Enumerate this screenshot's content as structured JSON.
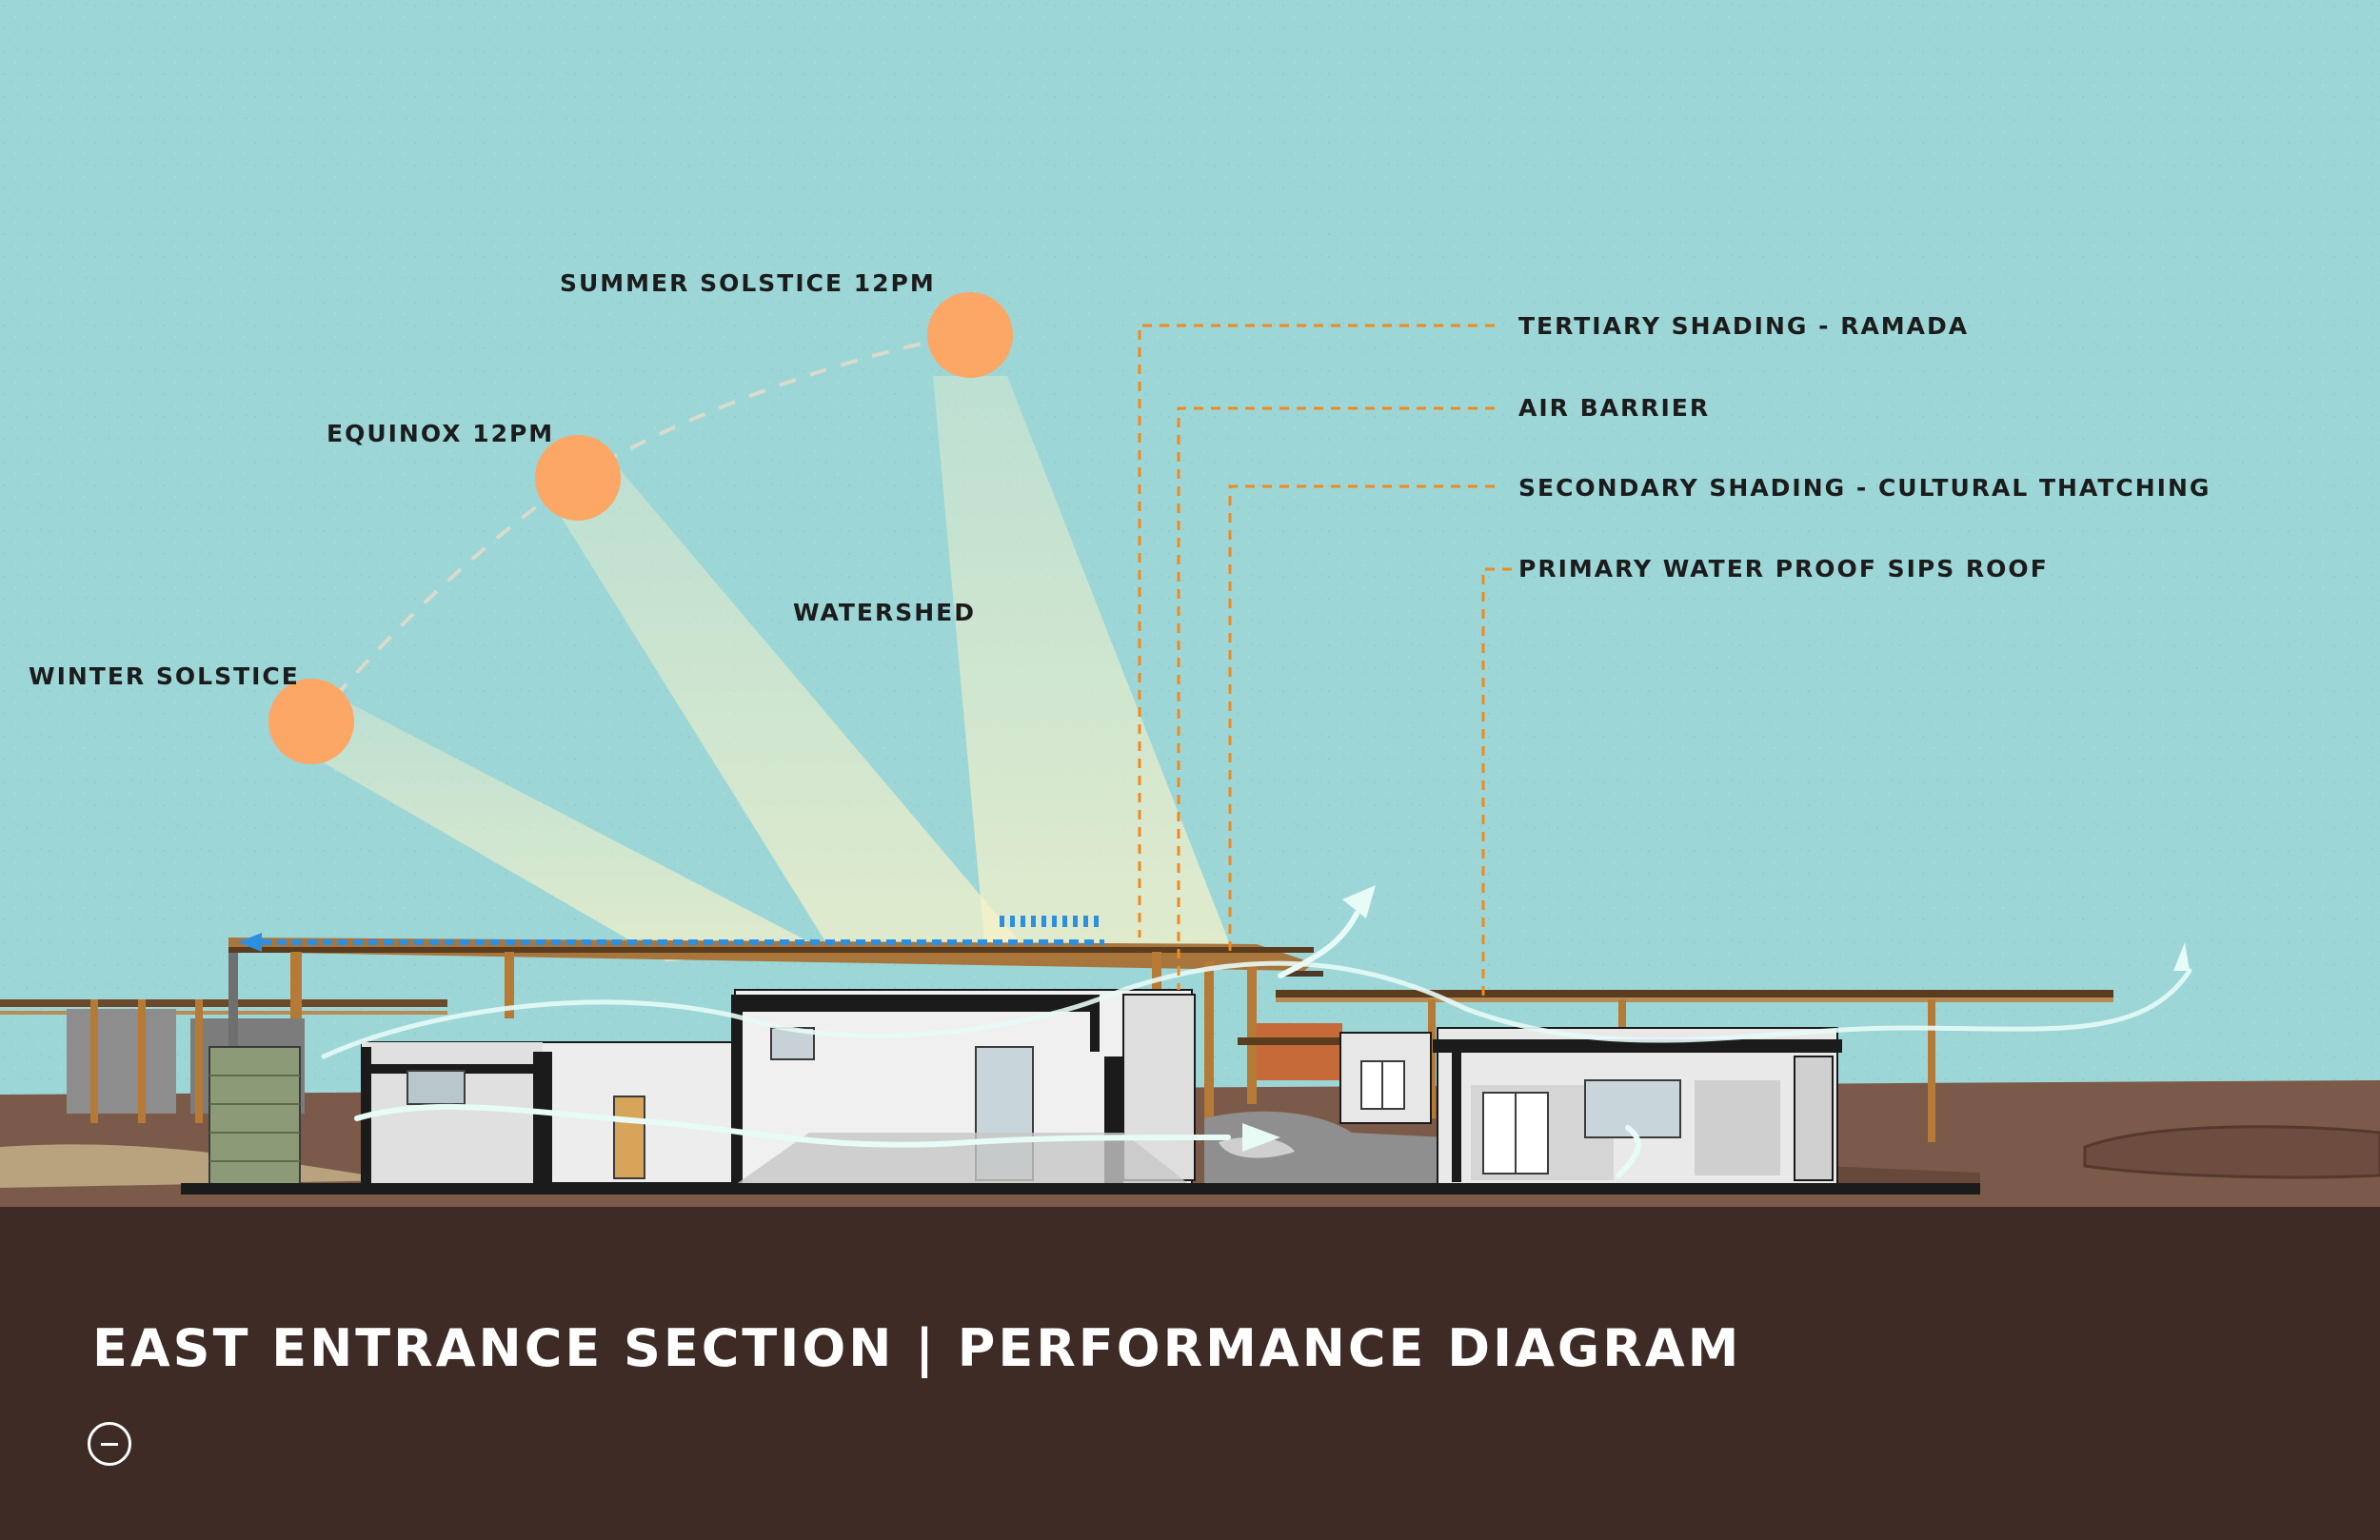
{
  "colors": {
    "sky": "#9dd6d7",
    "sun": "#fca766",
    "leader": "#ee8a1f",
    "airflow": "#e7fbf7",
    "ground": "#7b5a4a",
    "footer": "#3e2b25",
    "water_arrow": "#2c8fe0"
  },
  "sun_labels": {
    "summer": "SUMMER SOLSTICE 12PM",
    "equinox": "EQUINOX 12PM",
    "winter": "WINTER SOLSTICE",
    "watershed": "WATERSHED"
  },
  "callouts": [
    {
      "label": "TERTIARY SHADING - RAMADA"
    },
    {
      "label": "AIR BARRIER"
    },
    {
      "label": "SECONDARY SHADING - CULTURAL THATCHING"
    },
    {
      "label": "PRIMARY WATER PROOF SIPS ROOF"
    }
  ],
  "footer": {
    "title": "EAST ENTRANCE SECTION | PERFORMANCE DIAGRAM",
    "collapse_icon": "minus-circle-icon"
  }
}
